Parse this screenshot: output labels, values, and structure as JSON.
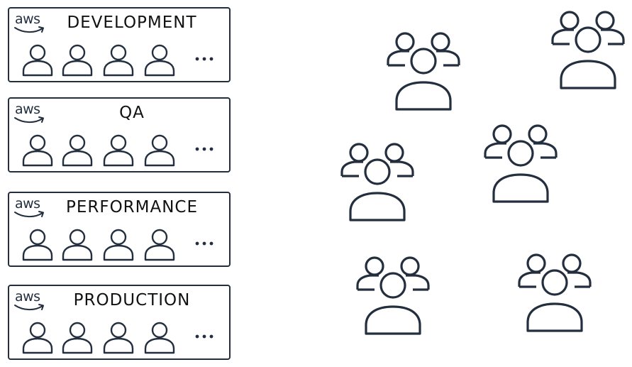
{
  "environments": [
    {
      "title": "DEVELOPMENT",
      "logo_text": "aws",
      "user_icon": "user-icon",
      "more_icon": "ellipsis-icon"
    },
    {
      "title": "QA",
      "logo_text": "aws",
      "user_icon": "user-icon",
      "more_icon": "ellipsis-icon"
    },
    {
      "title": "PERFORMANCE",
      "logo_text": "aws",
      "user_icon": "user-icon",
      "more_icon": "ellipsis-icon"
    },
    {
      "title": "PRODUCTION",
      "logo_text": "aws",
      "user_icon": "user-icon",
      "more_icon": "ellipsis-icon"
    }
  ],
  "groups": {
    "icon": "user-group-icon",
    "count": 6
  },
  "colors": {
    "stroke": "#232f3e",
    "text": "#111111",
    "aws_smile": "#232f3e"
  }
}
